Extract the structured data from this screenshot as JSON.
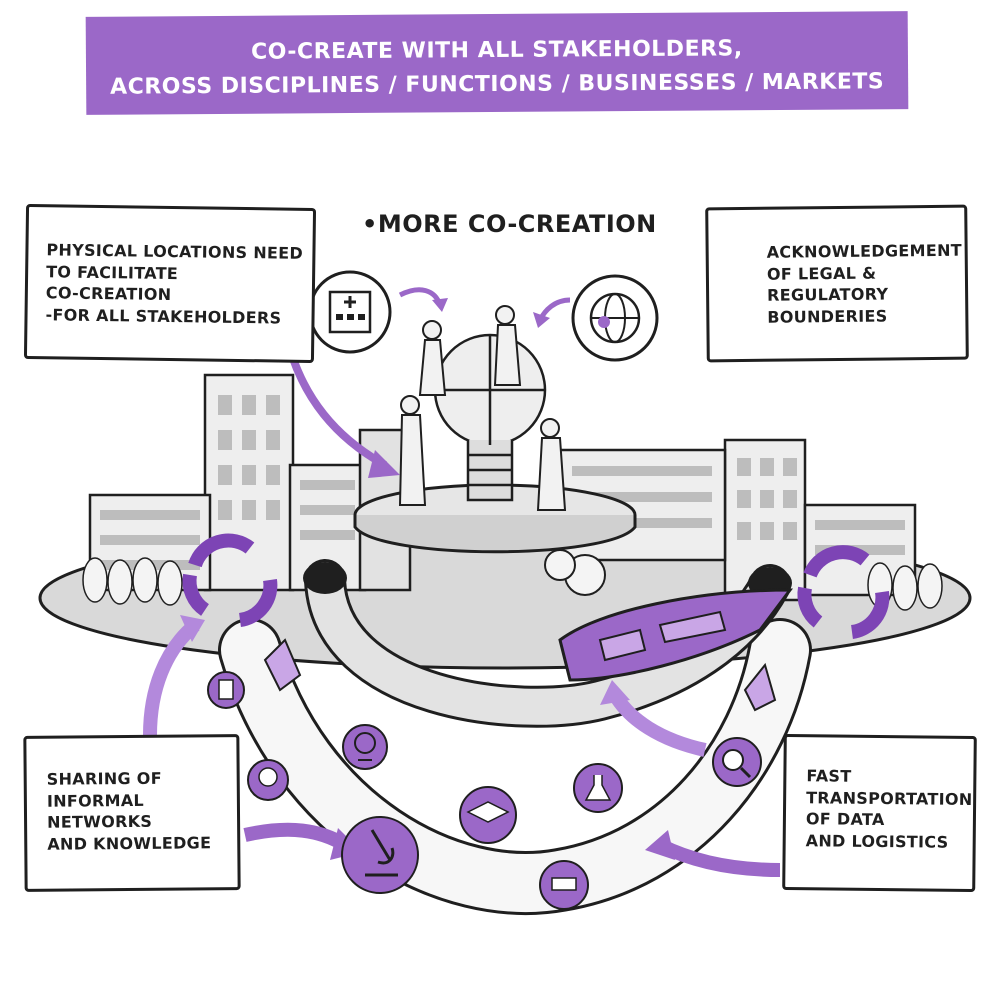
{
  "banner": {
    "line1": "CO-CREATE WITH ALL STAKEHOLDERS,",
    "line2": "ACROSS DISCIPLINES / FUNCTIONS / BUSINESSES / MARKETS"
  },
  "headline": "•MORE CO-CREATION",
  "notes": {
    "top_left": "PHYSICAL LOCATIONS NEED\nTO FACILITATE\nCO-CREATION\n-FOR ALL STAKEHOLDERS",
    "top_right": "ACKNOWLEDGEMENT\nOF LEGAL &\nREGULATORY\nBOUNDERIES",
    "bottom_left": "SHARING OF\nINFORMAL\nNETWORKS\nAND KNOWLEDGE",
    "bottom_right": "FAST\nTRANSPORTATION\nOF DATA\nAND LOGISTICS"
  },
  "colors": {
    "purple": "#9b68c8",
    "purple_dark": "#7d44b5",
    "purple_light": "#c9a6e6",
    "ink": "#1f1f1f",
    "gray": "#d9d9d9"
  },
  "icons": [
    "hospital-icon",
    "globe-icon",
    "lightbulb-puzzle-icon",
    "recycle-arrows-icon",
    "train-icon",
    "rocket-icon",
    "document-icon",
    "medal-icon",
    "desk-globe-icon",
    "microscope-icon",
    "graduation-cap-icon",
    "book-icon",
    "flask-icon",
    "globe-search-icon"
  ]
}
